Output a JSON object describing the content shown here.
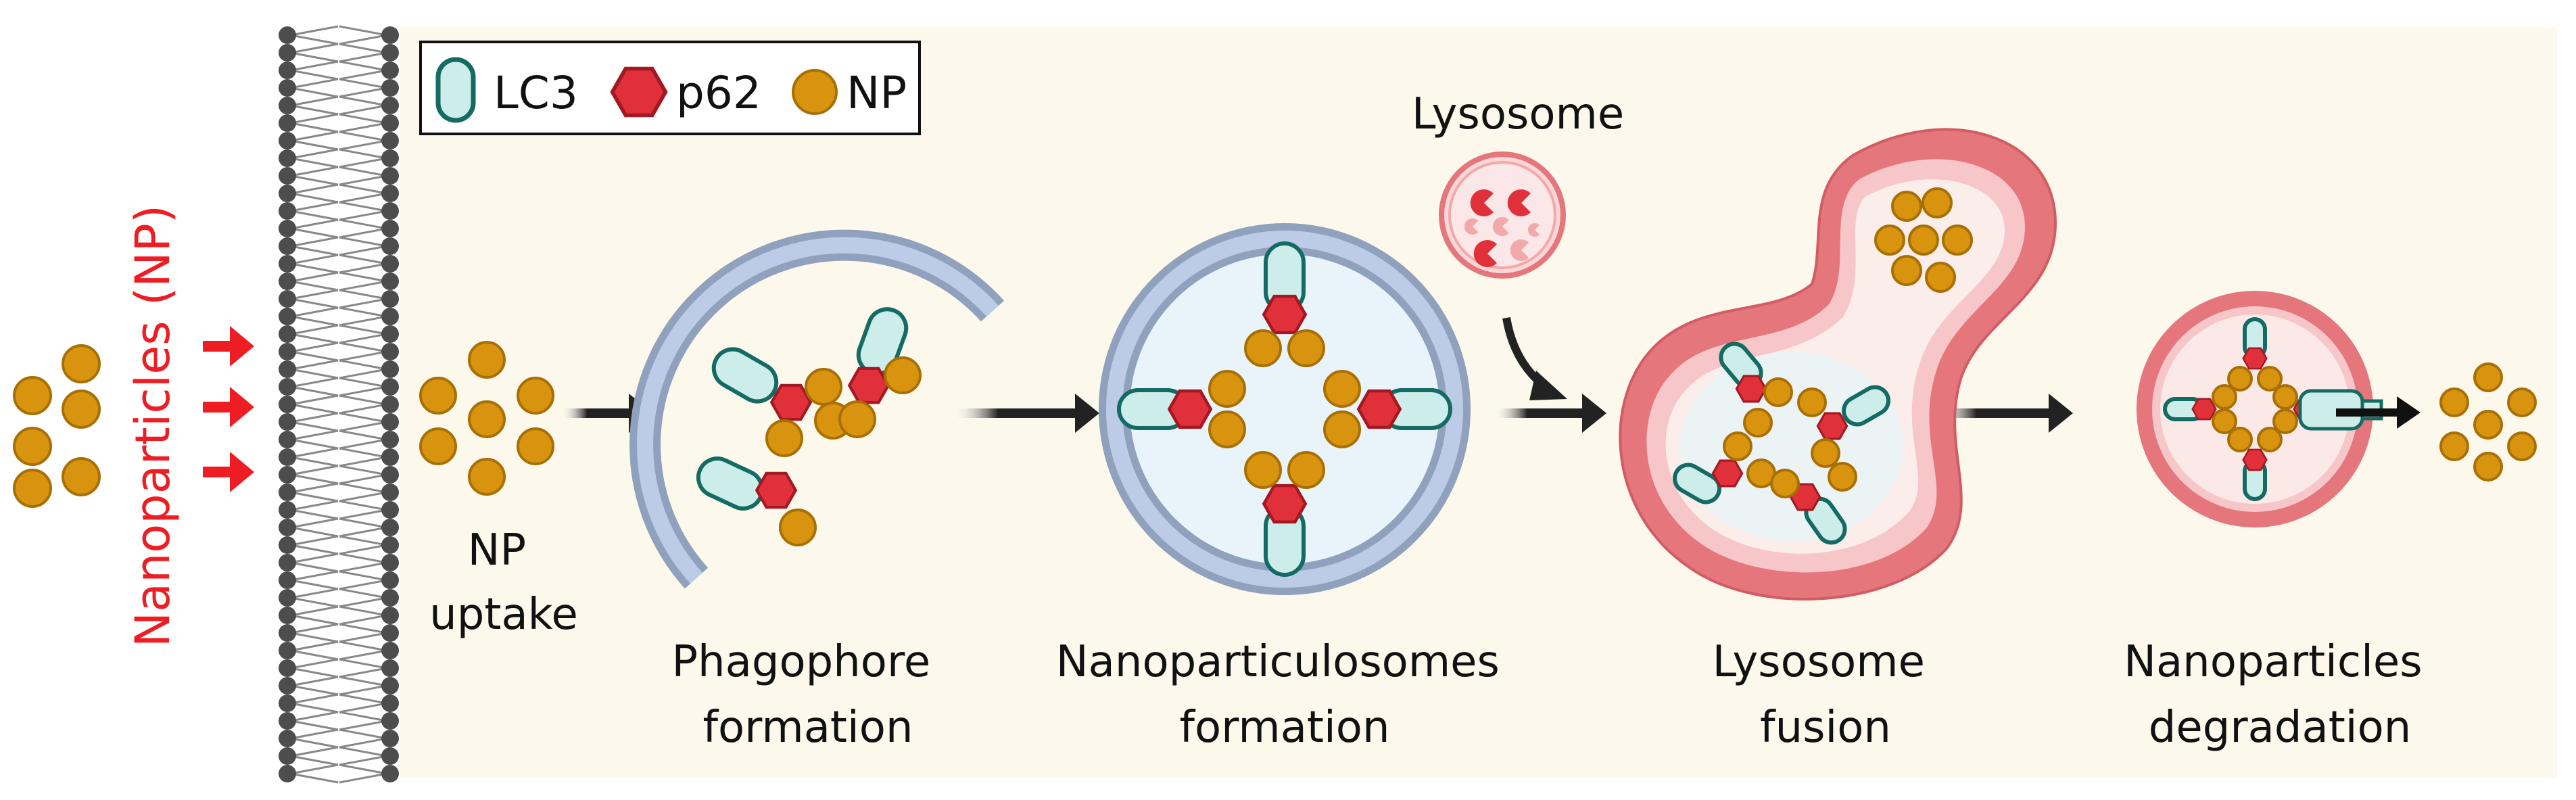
{
  "incoming_label": "Nanoparticles (NP)",
  "legend": {
    "lc3": "LC3",
    "p62": "p62",
    "np": "NP"
  },
  "lysosome_label": "Lysosome",
  "steps": {
    "uptake": [
      "NP",
      "uptake"
    ],
    "phagophore": [
      "Phagophore",
      "formation"
    ],
    "nanoparticulosomes": [
      "Nanoparticulosomes",
      "formation"
    ],
    "fusion": [
      "Lysosome",
      "fusion"
    ],
    "degradation": [
      "Nanoparticles",
      "degradation"
    ]
  },
  "colors": {
    "np_fill": "#D9940F",
    "np_stroke": "#A86F05",
    "p62_fill": "#E0303A",
    "p62_stroke": "#A31822",
    "lc3_fill": "#CDEDEA",
    "lc3_stroke": "#146B63",
    "membrane": "#9AAAC4",
    "membrane_light": "#B7C8E4",
    "lysosome": "#E5767C",
    "lysosome_light": "#F6C3C5",
    "background": "#FCF8EC",
    "arrow_red": "#EE1D23",
    "arrow_dark": "#222222"
  }
}
